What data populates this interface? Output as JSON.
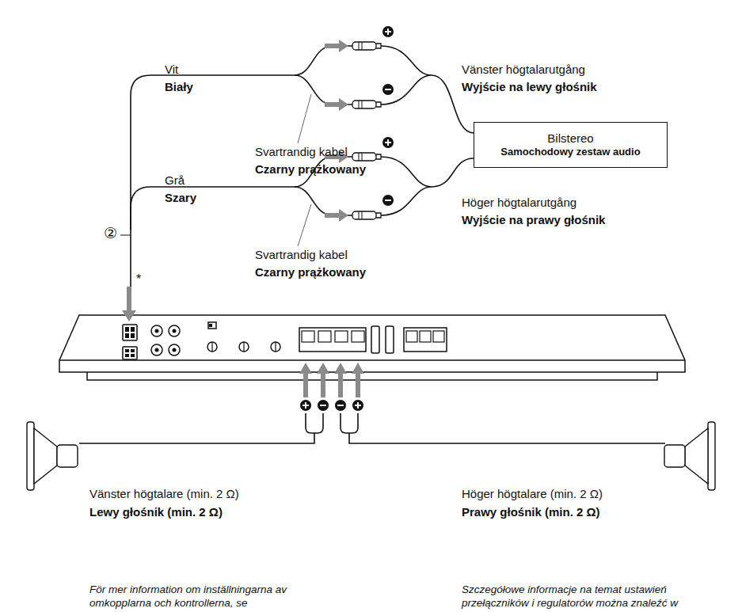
{
  "diagram": {
    "nodes": [
      {
        "text": [
          "Bilstereo",
          "Samochodowy zestaw audio"
        ]
      }
    ],
    "labels": [
      "Vit",
      "Biały",
      "Vänster högtalarutgång",
      "Wyjście na lewy głośnik",
      "Svartrandig kabel",
      "Czarny prążkowany",
      "Grå",
      "Szary",
      "Höger högtalarutgång",
      "Wyjście na prawy głośnik",
      "②",
      "Svartrandig kabel",
      "Czarny prążkowany",
      "*",
      "Vänster högtalare (min. 2 Ω)",
      "Lewy głośnik (min. 2 Ω)",
      "Höger högtalare (min. 2 Ω)",
      "Prawy głośnik (min. 2 Ω)",
      "För mer information om inställningarna av omkopplarna och kontrollerna, se",
      "Szczegółowe informacje na temat ustawień przełączników i regulatorów można znaleźć w"
    ]
  }
}
